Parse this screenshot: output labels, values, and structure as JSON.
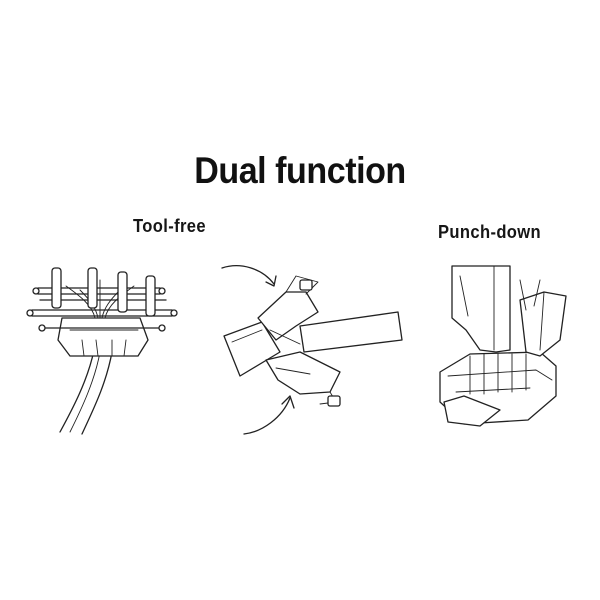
{
  "title": "Dual function",
  "panels": [
    {
      "label": "Tool-free"
    },
    {
      "label": "Punch-down"
    }
  ]
}
